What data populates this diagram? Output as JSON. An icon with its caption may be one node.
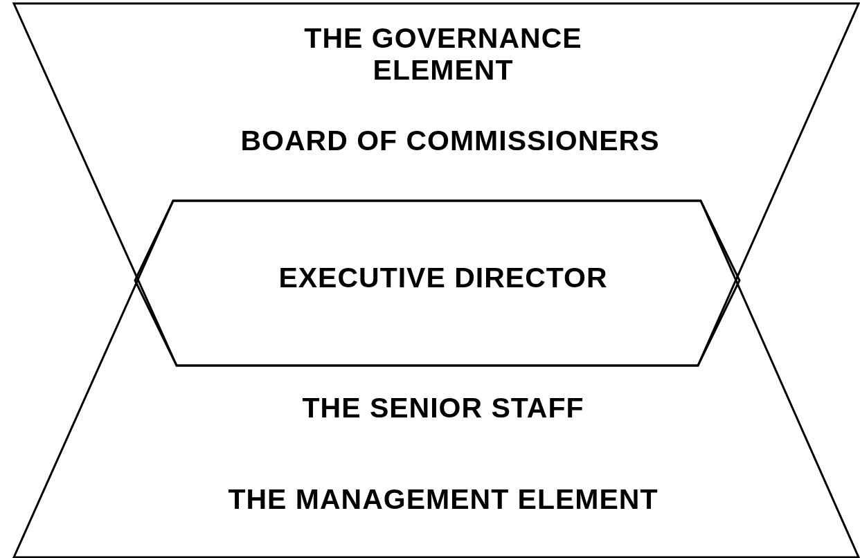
{
  "diagram": {
    "nodes": [
      {
        "text": [
          "THE GOVERNANCE ELEMENT",
          "BOARD OF COMMISSIONERS"
        ]
      },
      {
        "text": [
          "EXECUTIVE DIRECTOR"
        ]
      },
      {
        "text": [
          "THE SENIOR STAFF",
          "THE MANAGEMENT ELEMENT"
        ]
      }
    ]
  }
}
